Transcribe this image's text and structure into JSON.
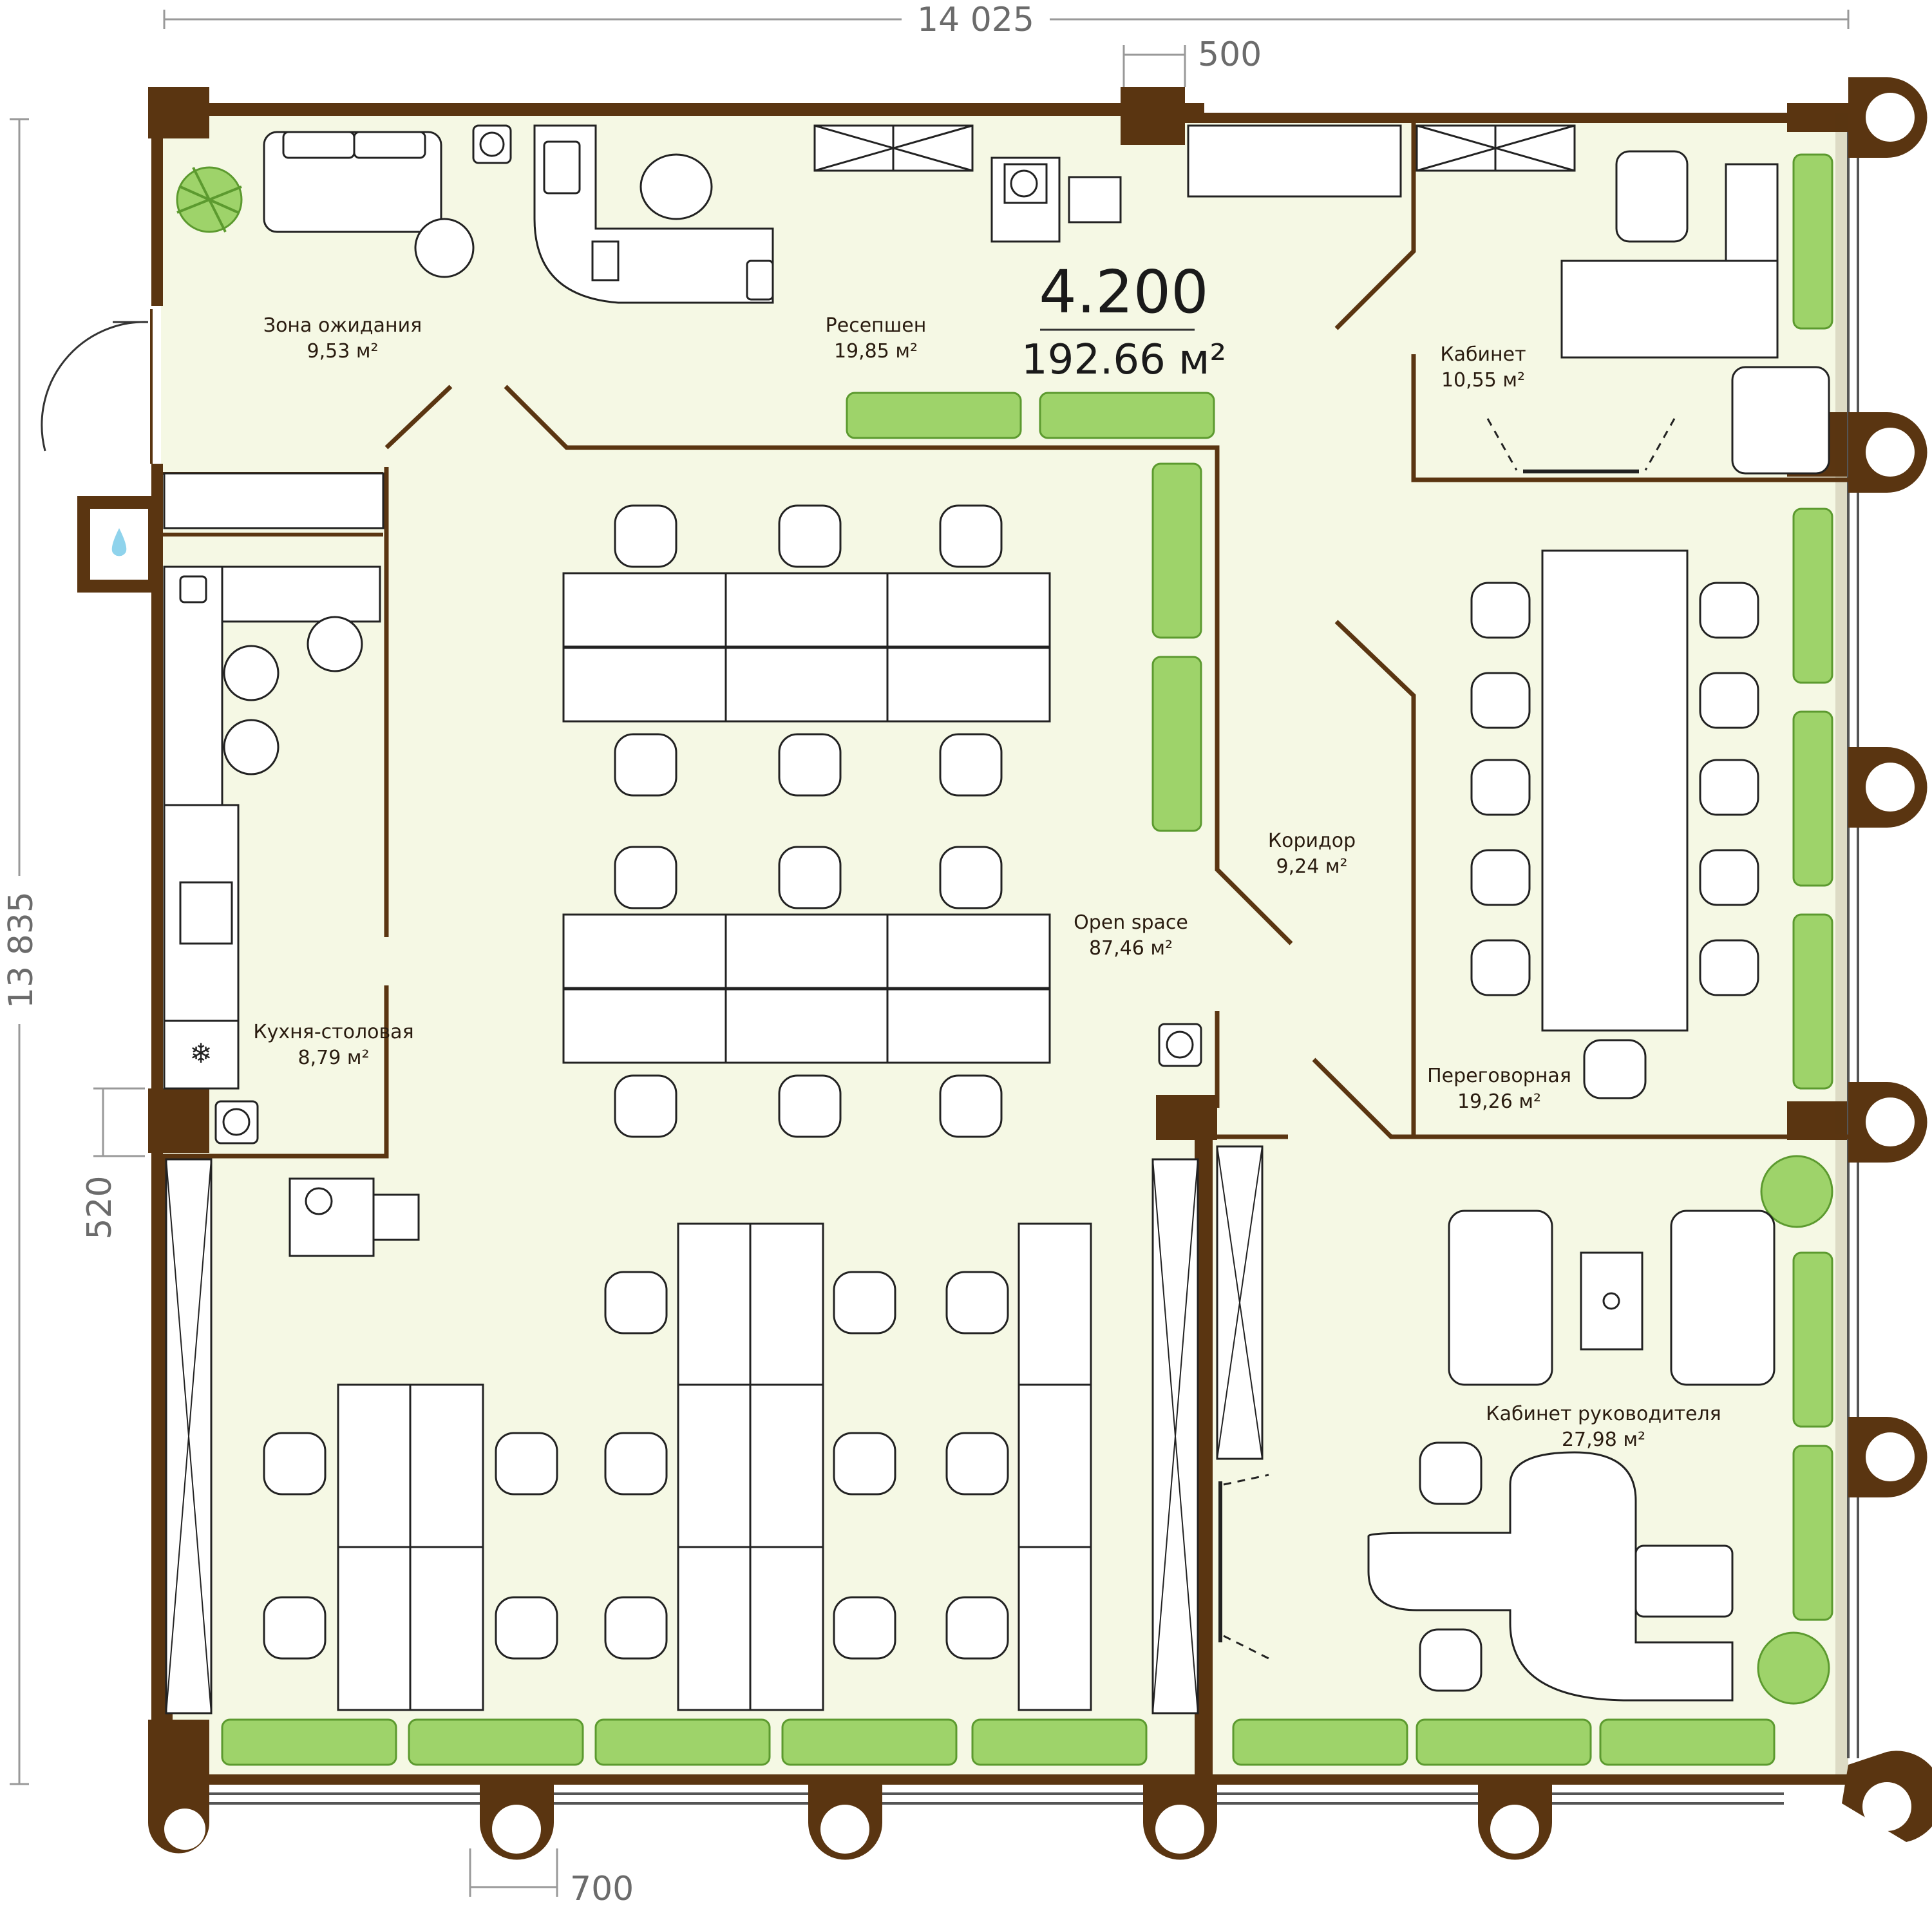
{
  "dimensions": {
    "width": "14 025",
    "column": "500",
    "height": "13 835",
    "side": "520",
    "bottom": "700"
  },
  "summary": {
    "floor_number": "4.200",
    "total_area": "192.66 м²"
  },
  "rooms": {
    "waiting": {
      "name": "Зона ожидания",
      "area": "9,53 м²"
    },
    "reception": {
      "name": "Ресепшен",
      "area": "19,85 м²"
    },
    "cabinet": {
      "name": "Кабинет",
      "area": "10,55 м²"
    },
    "corridor": {
      "name": "Коридор",
      "area": "9,24 м²"
    },
    "openspace": {
      "name": "Open space",
      "area": "87,46 м²"
    },
    "kitchen": {
      "name": "Кухня-столовая",
      "area": "8,79 м²"
    },
    "meeting": {
      "name": "Переговорная",
      "area": "19,26 м²"
    },
    "director": {
      "name": "Кабинет руководителя",
      "area": "27,98 м²"
    }
  },
  "colors": {
    "wall": "#5a3511",
    "floor": "#f5f8e4",
    "plant": "#9ed36a",
    "water": "#8fd3ec"
  },
  "icons": {
    "water": "water-drop-icon",
    "freezer": "snowflake-icon"
  }
}
